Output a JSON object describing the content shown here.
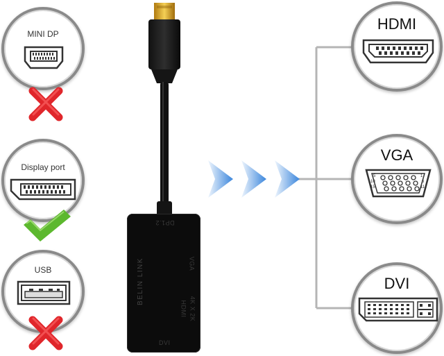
{
  "left_ports": [
    {
      "label": "MINI DP",
      "status": "unsupported",
      "status_icon": "red-x-icon"
    },
    {
      "label": "Display port",
      "status": "supported",
      "status_icon": "green-check-icon"
    },
    {
      "label": "USB",
      "status": "unsupported",
      "status_icon": "red-x-icon"
    }
  ],
  "right_ports": [
    {
      "label": "HDMI"
    },
    {
      "label": "VGA",
      "pin_labels": [
        "5",
        "1",
        "10",
        "6",
        "15",
        "11"
      ]
    },
    {
      "label": "DVI"
    }
  ],
  "adapter": {
    "brand": "BELIN LINK",
    "dp_version": "DP1.2",
    "port_vga": "VGA",
    "port_hdmi": "HDMI",
    "port_hdmi_res": "4K X 2K",
    "port_dvi": "DVI"
  },
  "colors": {
    "red": "#e0262b",
    "green": "#5cb82e",
    "arrow_blue": "#4a90e2",
    "body": "#0c0c0c"
  }
}
